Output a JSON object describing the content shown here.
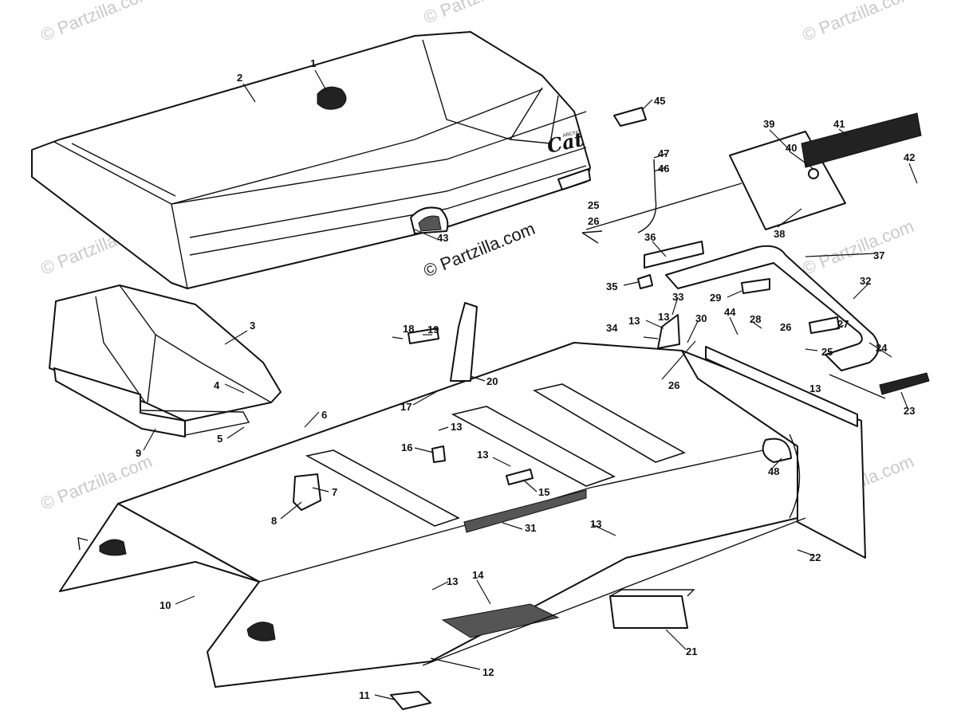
{
  "watermark": {
    "text": "© Partzilla.com",
    "main_text": "© Partzilla.com"
  },
  "hood_logo": {
    "brand": "ARCTIC",
    "model": "Cat"
  },
  "callouts": [
    "1",
    "2",
    "3",
    "4",
    "5",
    "6",
    "7",
    "8",
    "9",
    "10",
    "11",
    "12",
    "13",
    "13",
    "13",
    "13",
    "13",
    "13",
    "13",
    "14",
    "15",
    "16",
    "17",
    "18",
    "19",
    "20",
    "21",
    "22",
    "23",
    "24",
    "25",
    "25",
    "26",
    "26",
    "26",
    "27",
    "28",
    "29",
    "30",
    "31",
    "32",
    "33",
    "34",
    "35",
    "36",
    "37",
    "38",
    "39",
    "40",
    "41",
    "42",
    "43",
    "44",
    "45",
    "46",
    "47",
    "48"
  ],
  "colors": {
    "line": "#111111",
    "paper": "#ffffff",
    "watermark": "#c9c9c9"
  }
}
